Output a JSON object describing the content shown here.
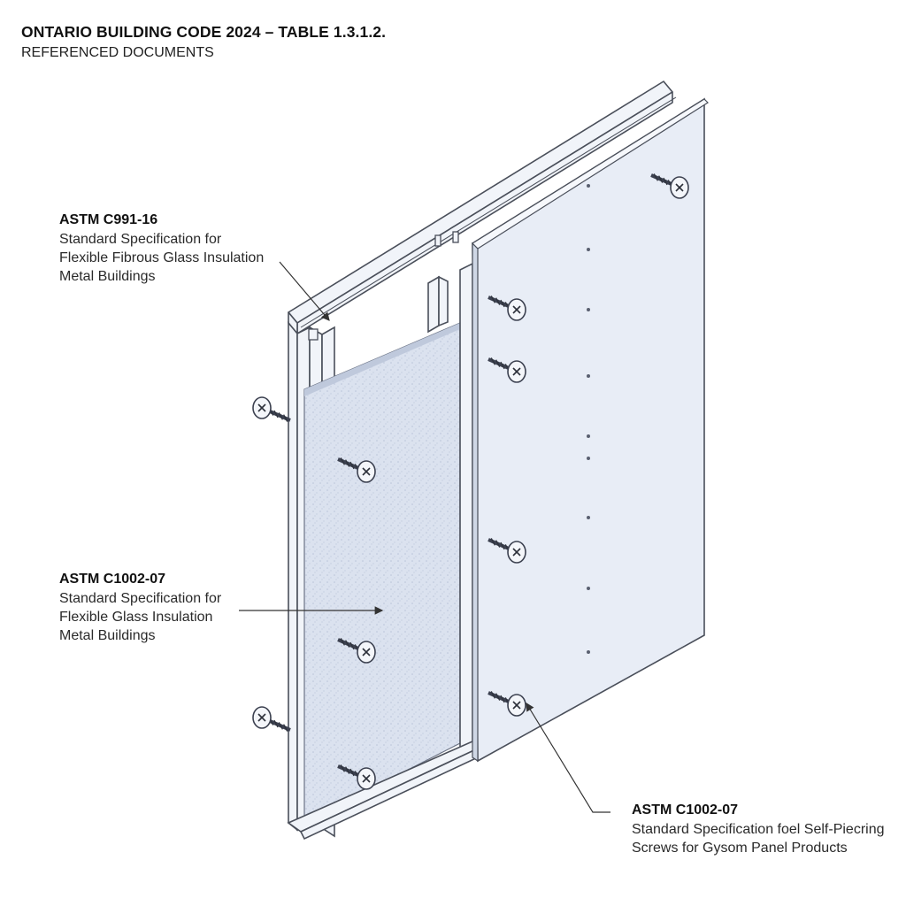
{
  "header": {
    "title": "ONTARIO BUILDING CODE 2024 – TABLE 1.3.1.2.",
    "subtitle": "REFERENCED DOCUMENTS"
  },
  "callouts": [
    {
      "code": "ASTM C991-16",
      "lines": [
        "Standard Specification for",
        "Flexible Fibrous Glass Insulation",
        "Metal Buildings"
      ]
    },
    {
      "code": "ASTM C1002-07",
      "lines": [
        "Standard Specification for",
        "Flexible Glass Insulation",
        "Metal Buildings"
      ]
    },
    {
      "code": "ASTM C1002-07",
      "lines": [
        "Standard Specification foel Self-Piecring",
        "Screws for Gysom Panel Products"
      ]
    }
  ],
  "colors": {
    "panel": "#e9eef7",
    "frame": "#f1f4f9",
    "insulation": "#d3dcec",
    "outline": "#4a4f5a",
    "leader": "#333333"
  }
}
